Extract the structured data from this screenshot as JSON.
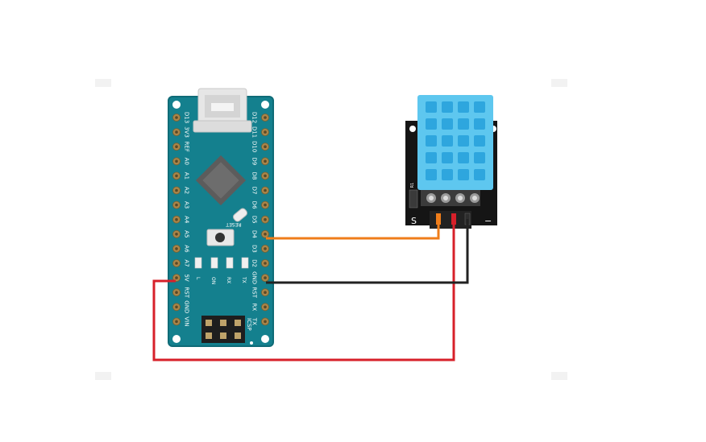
{
  "colors": {
    "board": "#14808e",
    "board_edge": "#0f6b77",
    "pin_pad": "#a9864a",
    "usb": "#e6e6e6",
    "chip": "#5c5c5c",
    "sensor_body": "#5ec7ef",
    "sensor_grid": "#2ea6de",
    "sensor_pcb": "#151515",
    "wire_data": "#ef7d1a",
    "wire_vcc": "#d7202a",
    "wire_gnd": "#222222"
  },
  "nano": {
    "left_pins": [
      "D13",
      "3V3",
      "REF",
      "A0",
      "A1",
      "A2",
      "A3",
      "A4",
      "A5",
      "A6",
      "A7",
      "5V",
      "RST",
      "GND",
      "VIN"
    ],
    "right_pins": [
      "D12",
      "D11",
      "D10",
      "D9",
      "D8",
      "D7",
      "D6",
      "D5",
      "D4",
      "D3",
      "D2",
      "GND",
      "RST",
      "RX",
      "TX"
    ],
    "reset_label": "RESET",
    "led_labels": [
      "L",
      "ON",
      "RX",
      "TX"
    ],
    "icsp_label": "ICSP"
  },
  "sensor": {
    "symbol_s": "S",
    "symbol_minus": "−",
    "small_mark": "R1"
  },
  "wires": [
    {
      "name": "data-wire",
      "from": "D4",
      "to": "S",
      "color": "#ef7d1a"
    },
    {
      "name": "vcc-wire",
      "from": "5V",
      "to": "VCC",
      "color": "#d7202a"
    },
    {
      "name": "gnd-wire",
      "from": "GND",
      "to": "−",
      "color": "#222222"
    }
  ]
}
